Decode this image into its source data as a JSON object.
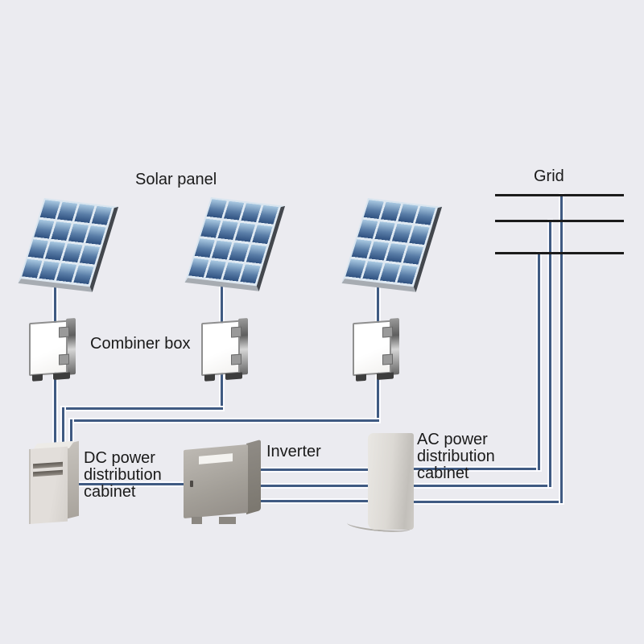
{
  "scene": {
    "background": "#ebebf0",
    "wire_color": "#3f5a82",
    "bus_color": "#1b1b1b",
    "text_color": "#1a1a1a",
    "panel_cell_dark": "#2f5180",
    "panel_cell_light": "#a9c9e2"
  },
  "labels": {
    "solar_panel": "Solar panel",
    "combiner_box": "Combiner box",
    "dc_cabinet": "DC power distribution cabinet",
    "inverter": "Inverter",
    "ac_cabinet": "AC power distribution cabinet",
    "grid": "Grid"
  },
  "components": {
    "solar_panel_count": 3,
    "combiner_box_count": 3,
    "grid_bus_line_count": 3,
    "inverter_to_ac_line_count": 3,
    "ac_to_grid_line_count": 3
  },
  "diagram_data": {
    "type": "system-diagram",
    "nodes": [
      "Solar panel (x3)",
      "Combiner box (x3)",
      "DC power distribution cabinet",
      "Inverter",
      "AC power distribution cabinet",
      "Grid (3-line bus)"
    ],
    "edges": [
      "Solar panel 1 -> Combiner box 1 -> DC power distribution cabinet",
      "Solar panel 2 -> Combiner box 2 -> DC power distribution cabinet",
      "Solar panel 3 -> Combiner box 3 -> DC power distribution cabinet",
      "DC power distribution cabinet -> Inverter",
      "Inverter -> AC power distribution cabinet (3 lines)",
      "AC power distribution cabinet -> Grid (3 lines up to 3-phase bus)"
    ]
  }
}
